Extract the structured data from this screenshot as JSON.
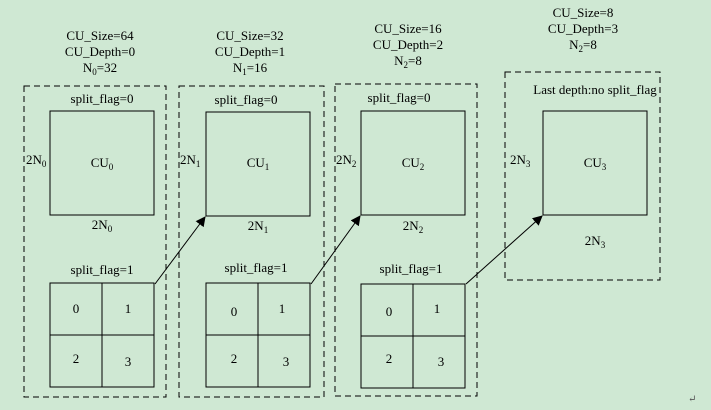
{
  "levels": [
    {
      "size": "CU_Size=64",
      "depth": "CU_Depth=0",
      "n_main": "N",
      "n_sub": "0",
      "n_val": "=32",
      "flag0": "split_flag=0",
      "side_main": "2N",
      "side_sub": "0",
      "cu_main": "CU",
      "cu_sub": "0",
      "flag1": "split_flag=1",
      "quads": [
        "0",
        "1",
        "2",
        "3"
      ]
    },
    {
      "size": "CU_Size=32",
      "depth": "CU_Depth=1",
      "n_main": "N",
      "n_sub": "1",
      "n_val": "=16",
      "flag0": "split_flag=0",
      "side_main": "2N",
      "side_sub": "1",
      "cu_main": "CU",
      "cu_sub": "1",
      "flag1": "split_flag=1",
      "quads": [
        "0",
        "1",
        "2",
        "3"
      ]
    },
    {
      "size": "CU_Size=16",
      "depth": "CU_Depth=2",
      "n_main": "N",
      "n_sub": "2",
      "n_val": "=8",
      "flag0": "split_flag=0",
      "side_main": "2N",
      "side_sub": "2",
      "cu_main": "CU",
      "cu_sub": "2",
      "flag1": "split_flag=1",
      "quads": [
        "0",
        "1",
        "2",
        "3"
      ]
    },
    {
      "size": "CU_Size=8",
      "depth": "CU_Depth=3",
      "n_main": "N",
      "n_sub": "2",
      "n_val": "=8",
      "flag0": "Last depth:no split_flag",
      "side_main": "2N",
      "side_sub": "3",
      "cu_main": "CU",
      "cu_sub": "3"
    }
  ],
  "corner_mark": "↵",
  "colors": {
    "background": "#cfe8d3",
    "stroke": "#000000"
  }
}
